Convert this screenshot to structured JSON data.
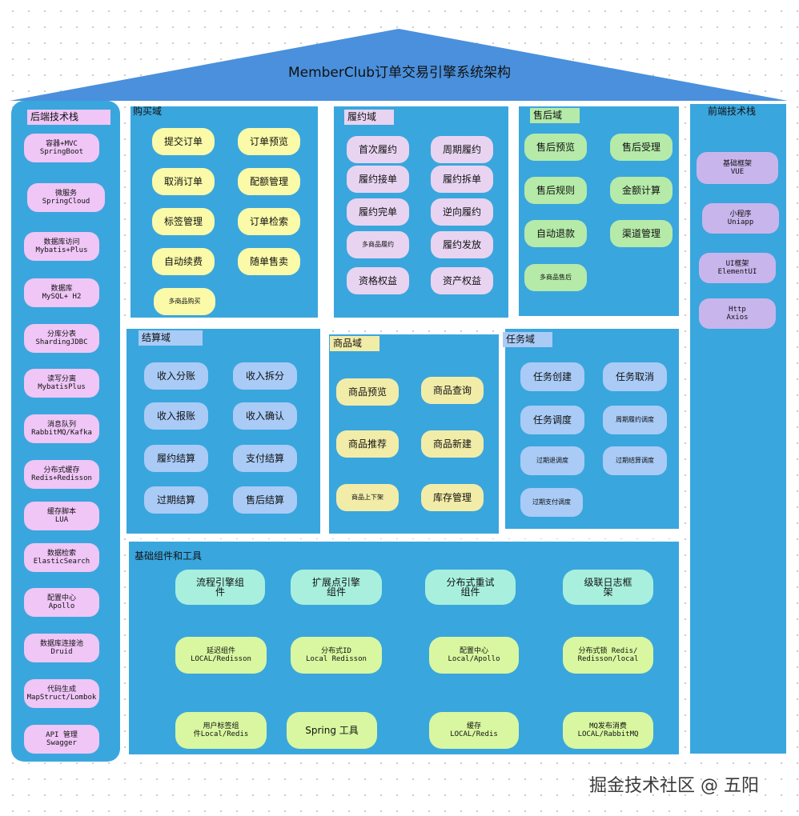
{
  "title": "MemberClub订单交易引擎系统架构",
  "colors": {
    "roof": "#4a90dc",
    "panel": "#3aa6de",
    "back": "#efc6f6",
    "yellow": "#fafaa9",
    "pink": "#e8d4f1",
    "green": "#b5eaa9",
    "blue": "#a9cbf6",
    "tan": "#f2eca9",
    "mint": "#a8f0dd",
    "lime": "#d8f7a0",
    "front": "#c8b5ec"
  },
  "backend": {
    "title": "后端技术栈",
    "items": [
      "容器+MVC\nSpringBoot",
      "微服务\nSpringCloud",
      "数据库访问\nMybatis+Plus",
      "数据库\nMySQL+ H2",
      "分库分表\nShardingJDBC",
      "读写分离\nMybatisPlus",
      "消息队列\nRabbitMQ/Kafka",
      "分布式缓存\nRedis+Redisson",
      "缓存脚本\nLUA",
      "数据检索\nElasticSearch",
      "配置中心\nApollo",
      "数据库连接池\nDruid",
      "代码生成\nMapStruct/Lombok",
      "API 管理\nSwagger"
    ]
  },
  "purchase": {
    "title": "购买域",
    "items": [
      "提交订单",
      "订单预览",
      "取消订单",
      "配额管理",
      "标签管理",
      "订单检索",
      "自动续费",
      "随单售卖",
      "多商品购买"
    ]
  },
  "fulfill": {
    "title": "履约域",
    "items": [
      "首次履约",
      "周期履约",
      "履约接单",
      "履约拆单",
      "履约完单",
      "逆向履约",
      "多商品履约",
      "履约发放",
      "资格权益",
      "资产权益"
    ]
  },
  "aftersale": {
    "title": "售后域",
    "items": [
      "售后预览",
      "售后受理",
      "售后规则",
      "金额计算",
      "自动退款",
      "渠道管理",
      "多商品售后"
    ]
  },
  "frontend": {
    "title": "前端技术栈",
    "items": [
      "基础框架\nVUE",
      "小程序\nUniapp",
      "UI框架\nElementUI",
      "Http\nAxios"
    ]
  },
  "settle": {
    "title": "结算域",
    "items": [
      "收入分账",
      "收入拆分",
      "收入报账",
      "收入确认",
      "履约结算",
      "支付结算",
      "过期结算",
      "售后结算"
    ]
  },
  "goods": {
    "title": "商品域",
    "items": [
      "商品预览",
      "商品查询",
      "商品推荐",
      "商品新建",
      "商品上下架",
      "库存管理"
    ]
  },
  "task": {
    "title": "任务域",
    "items": [
      "任务创建",
      "任务取消",
      "任务调度",
      "周期履约调度",
      "过期退调度",
      "过期结算调度",
      "过期支付调度"
    ]
  },
  "base": {
    "title": "基础组件和工具",
    "items": [
      "流程引擎组\n件",
      "扩展点引擎\n组件",
      "分布式重试\n组件",
      "级联日志框\n架",
      "延迟组件\nLOCAL/Redisson",
      "分布式ID\nLocal Redisson",
      "配置中心\nLocal/Apollo",
      "分布式锁 Redis/\nRedisson/local",
      "用户标签组\n件Local/Redis",
      "Spring 工具",
      "缓存\nLOCAL/Redis",
      "MQ发布消费\nLOCAL/RabbitMQ"
    ]
  },
  "watermark": "掘金技术社区 @ 五阳"
}
